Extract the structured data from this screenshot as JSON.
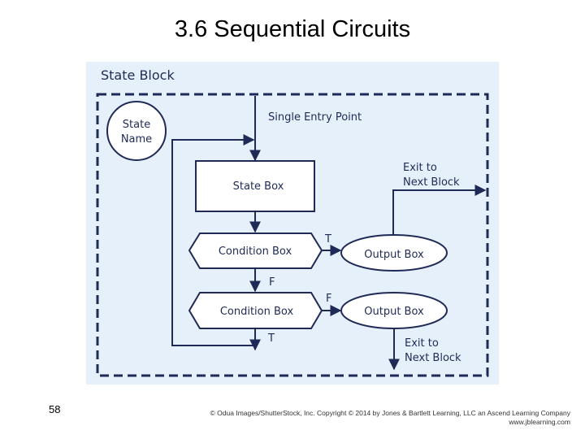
{
  "slide": {
    "title": "3.6 Sequential Circuits",
    "page_number": "58",
    "credit_line1": "© Odua Images/ShutterStock, Inc. Copyright © 2014 by Jones & Bartlett Learning, LLC an Ascend Learning Company",
    "credit_line2": "www.jblearning.com"
  },
  "diagram": {
    "block_title": "State Block",
    "state_name_line1": "State",
    "state_name_line2": "Name",
    "single_entry": "Single Entry Point",
    "state_box": "State Box",
    "exit_top_line1": "Exit to",
    "exit_top_line2": "Next Block",
    "condition_box_1": "Condition Box",
    "condition_box_2": "Condition Box",
    "output_box_1": "Output Box",
    "output_box_2": "Output Box",
    "label_t1": "T",
    "label_f1": "F",
    "label_f2": "F",
    "label_t2": "T",
    "exit_bottom_line1": "Exit to",
    "exit_bottom_line2": "Next Block",
    "colors": {
      "ink": "#1f2a56",
      "panel": "#e6f0fa",
      "box_fill": "#ffffff"
    }
  }
}
